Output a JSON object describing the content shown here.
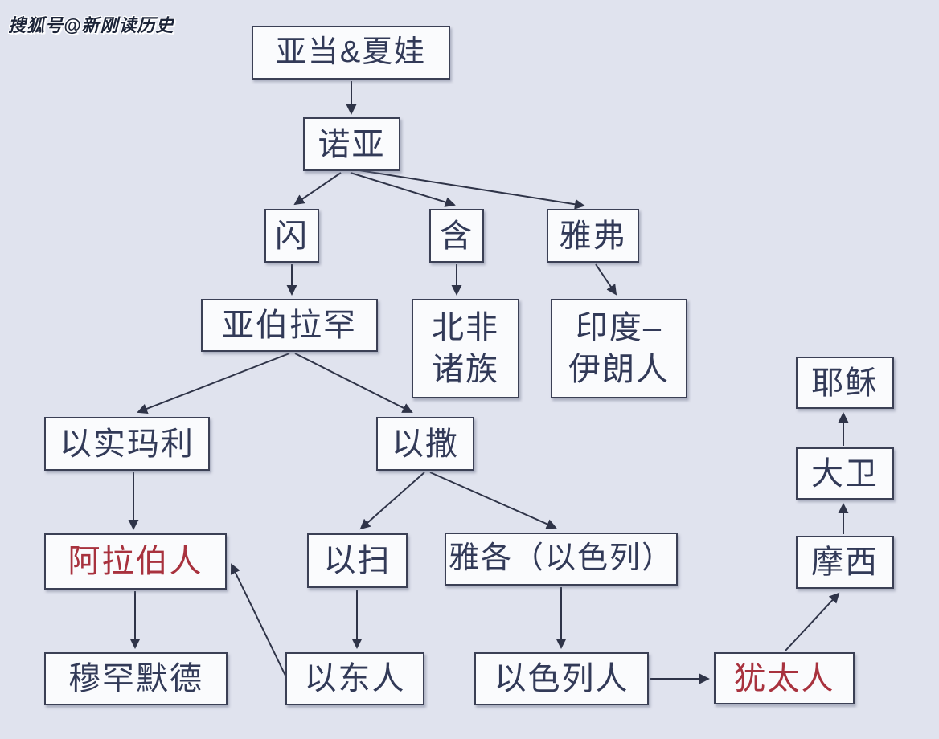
{
  "watermark": {
    "text": "搜狐号@新刚读历史"
  },
  "colors": {
    "background": "#e0e3ee",
    "box_fill": "#fafbfd",
    "box_border": "#3b4055",
    "text": "#323a58",
    "highlight_text": "#a8323e",
    "line": "#2f3448"
  },
  "diagram": {
    "type": "genealogy-flowchart",
    "nodes": {
      "adam_eve": {
        "label": "亚当&夏娃"
      },
      "noah": {
        "label": "诺亚"
      },
      "shem": {
        "label": "闪"
      },
      "ham": {
        "label": "含"
      },
      "japheth": {
        "label": "雅弗"
      },
      "abraham": {
        "label": "亚伯拉罕"
      },
      "north_african_peoples": {
        "label": "北非\n诸族"
      },
      "indo_iranians": {
        "label": "印度–\n伊朗人"
      },
      "jesus": {
        "label": "耶稣"
      },
      "ishmael": {
        "label": "以实玛利"
      },
      "isaac": {
        "label": "以撒"
      },
      "david": {
        "label": "大卫"
      },
      "arabs": {
        "label": "阿拉伯人",
        "emphasis": "red"
      },
      "esau": {
        "label": "以扫"
      },
      "jacob_israel": {
        "label": "雅各（以色列）"
      },
      "moses": {
        "label": "摩西"
      },
      "muhammad": {
        "label": "穆罕默德"
      },
      "edomites": {
        "label": "以东人"
      },
      "israelites": {
        "label": "以色列人"
      },
      "jews": {
        "label": "犹太人",
        "emphasis": "red"
      }
    },
    "edges": [
      {
        "from": "adam_eve",
        "to": "noah"
      },
      {
        "from": "noah",
        "to": "shem"
      },
      {
        "from": "noah",
        "to": "ham"
      },
      {
        "from": "noah",
        "to": "japheth"
      },
      {
        "from": "shem",
        "to": "abraham"
      },
      {
        "from": "ham",
        "to": "north_african_peoples"
      },
      {
        "from": "japheth",
        "to": "indo_iranians"
      },
      {
        "from": "abraham",
        "to": "ishmael"
      },
      {
        "from": "abraham",
        "to": "isaac"
      },
      {
        "from": "ishmael",
        "to": "arabs"
      },
      {
        "from": "arabs",
        "to": "muhammad"
      },
      {
        "from": "isaac",
        "to": "esau"
      },
      {
        "from": "isaac",
        "to": "jacob_israel"
      },
      {
        "from": "esau",
        "to": "edomites"
      },
      {
        "from": "edomites",
        "to": "arabs"
      },
      {
        "from": "jacob_israel",
        "to": "israelites"
      },
      {
        "from": "israelites",
        "to": "jews"
      },
      {
        "from": "jews",
        "to": "moses"
      },
      {
        "from": "moses",
        "to": "david"
      },
      {
        "from": "david",
        "to": "jesus"
      }
    ]
  }
}
